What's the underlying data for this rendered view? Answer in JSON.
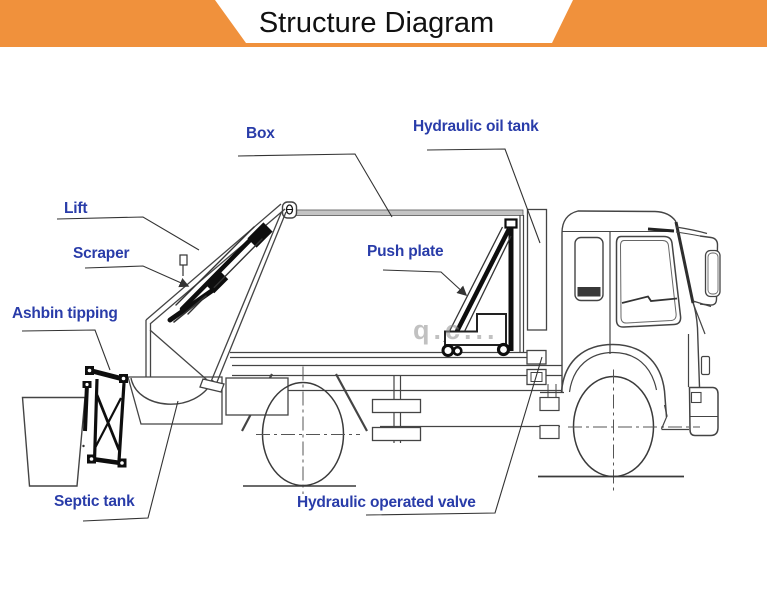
{
  "header": {
    "title": "Structure Diagram",
    "bar_color": "#F0913C",
    "panel_color": "#FFFFFF",
    "title_color": "#111111"
  },
  "diagram": {
    "subject": "garbage compactor truck structure line drawing, side view",
    "label_color": "#293CA9",
    "line_color": "#444444",
    "labels": [
      {
        "id": "box",
        "text": "Box"
      },
      {
        "id": "hydraulic-oil-tank",
        "text": "Hydraulic oil tank"
      },
      {
        "id": "lift",
        "text": "Lift"
      },
      {
        "id": "scraper",
        "text": "Scraper"
      },
      {
        "id": "push-plate",
        "text": "Push plate"
      },
      {
        "id": "ashbin-tipping",
        "text": "Ashbin tipping"
      },
      {
        "id": "septic-tank",
        "text": "Septic tank"
      },
      {
        "id": "hydraulic-operated-valve",
        "text": "Hydraulic operated valve"
      }
    ],
    "watermark": "q.c..."
  }
}
